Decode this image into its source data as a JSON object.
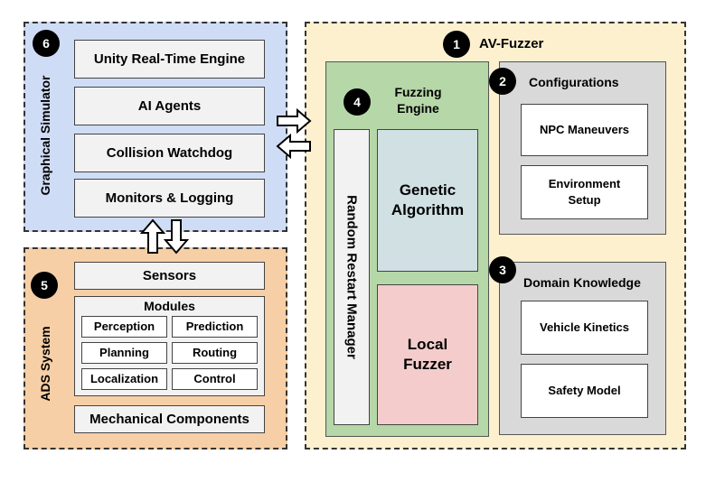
{
  "av_fuzzer": {
    "badge": "1",
    "title": "AV-Fuzzer",
    "fuzzing_engine": {
      "badge": "4",
      "title_line1": "Fuzzing",
      "title_line2": "Engine",
      "random_restart": "Random Restart Manager",
      "genetic_line1": "Genetic",
      "genetic_line2": "Algorithm",
      "local_line1": "Local",
      "local_line2": "Fuzzer"
    },
    "configurations": {
      "badge": "2",
      "title": "Configurations",
      "npc": "NPC Maneuvers",
      "env_line1": "Environment",
      "env_line2": "Setup"
    },
    "domain_knowledge": {
      "badge": "3",
      "title": "Domain Knowledge",
      "vehicle": "Vehicle Kinetics",
      "safety": "Safety Model"
    }
  },
  "graphical_simulator": {
    "badge": "6",
    "title": "Graphical Simulator",
    "items": [
      "Unity Real-Time Engine",
      "AI Agents",
      "Collision Watchdog",
      "Monitors & Logging"
    ]
  },
  "ads_system": {
    "badge": "5",
    "title": "ADS System",
    "sensors": "Sensors",
    "modules_title": "Modules",
    "modules": [
      "Perception",
      "Prediction",
      "Planning",
      "Routing",
      "Localization",
      "Control"
    ],
    "mechanical": "Mechanical Components"
  },
  "colors": {
    "simulator_bg": "#cfdcf5",
    "ads_bg": "#f7cfa6",
    "avfuzzer_bg": "#fdf0cf",
    "engine_bg": "#b6d7a8",
    "genetic_bg": "#d0e0e3",
    "local_bg": "#f4cccc",
    "grey_panel": "#d9d9d9"
  }
}
